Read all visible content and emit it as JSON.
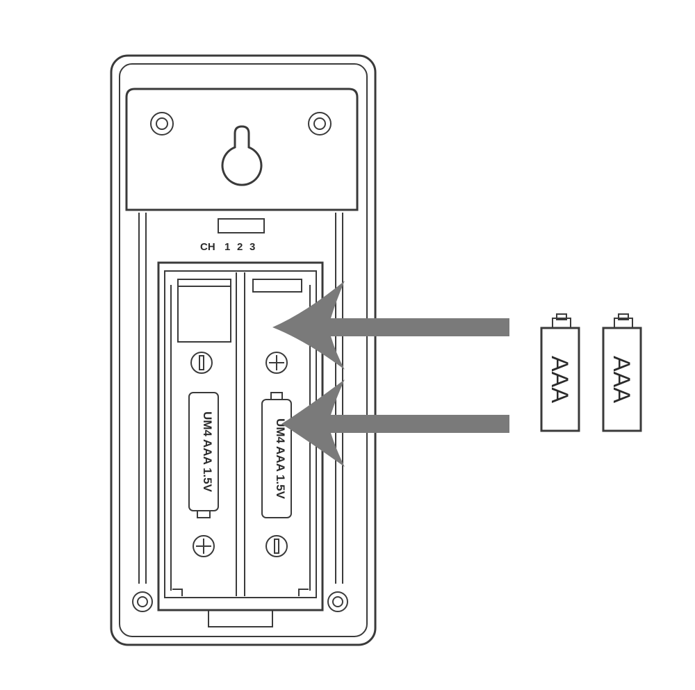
{
  "switch": {
    "prefix": "CH",
    "channels": [
      "1",
      "2",
      "3"
    ]
  },
  "battery_slots": [
    {
      "label": "UM4 AAA 1.5V"
    },
    {
      "label": "UM4 AAA 1.5V"
    }
  ],
  "spare_batteries": [
    {
      "label": "AAA"
    },
    {
      "label": "AAA"
    }
  ],
  "colors": {
    "outline": "#3a3a3a",
    "arrow": "#7a7a7a"
  }
}
